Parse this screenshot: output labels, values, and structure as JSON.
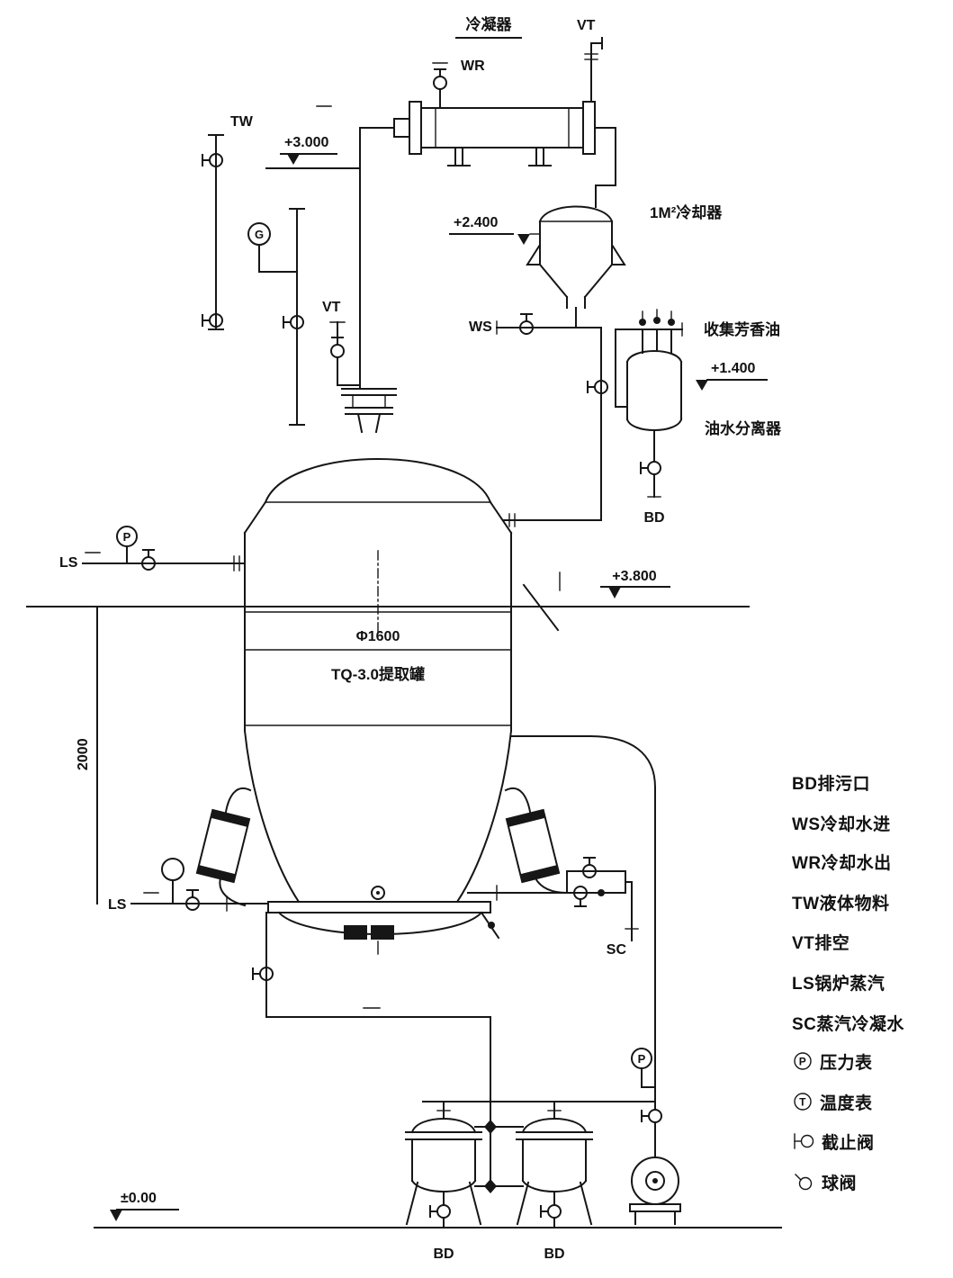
{
  "diagram": {
    "condenser_title": "冷凝器",
    "cooler_label": "1M²冷却器",
    "collect_oil_label": "收集芳香油",
    "separator_label": "油水分离器",
    "tank_diameter": "Φ1600",
    "tank_name": "TQ-3.0提取罐",
    "dim_height": "2000",
    "elevations": {
      "condenser": "+3.000",
      "cooler": "+2.400",
      "separator": "+1.400",
      "platform": "+3.800",
      "ground": "±0.00"
    },
    "ports": {
      "vt_top": "VT",
      "wr": "WR",
      "tw": "TW",
      "ws": "WS",
      "vt_tank": "VT",
      "ls_upper": "LS",
      "ls_lower": "LS",
      "sc": "SC",
      "bd_separator": "BD",
      "bd_filter_left": "BD",
      "bd_filter_right": "BD"
    },
    "instruments": {
      "sight_glass": "G",
      "pressure_upper": "P",
      "pressure_lower": "P"
    }
  },
  "legend": {
    "items": [
      {
        "symbol": "",
        "text": "BD排污口"
      },
      {
        "symbol": "",
        "text": "WS冷却水进"
      },
      {
        "symbol": "",
        "text": "WR冷却水出"
      },
      {
        "symbol": "",
        "text": "TW液体物料"
      },
      {
        "symbol": "",
        "text": "VT排空"
      },
      {
        "symbol": "",
        "text": "LS锅炉蒸汽"
      },
      {
        "symbol": "",
        "text": "SC蒸汽冷凝水"
      },
      {
        "symbol": "P",
        "text": "压力表"
      },
      {
        "symbol": "T",
        "text": "温度表"
      },
      {
        "symbol": "stop-valve",
        "text": "截止阀"
      },
      {
        "symbol": "ball-valve",
        "text": "球阀"
      }
    ]
  }
}
